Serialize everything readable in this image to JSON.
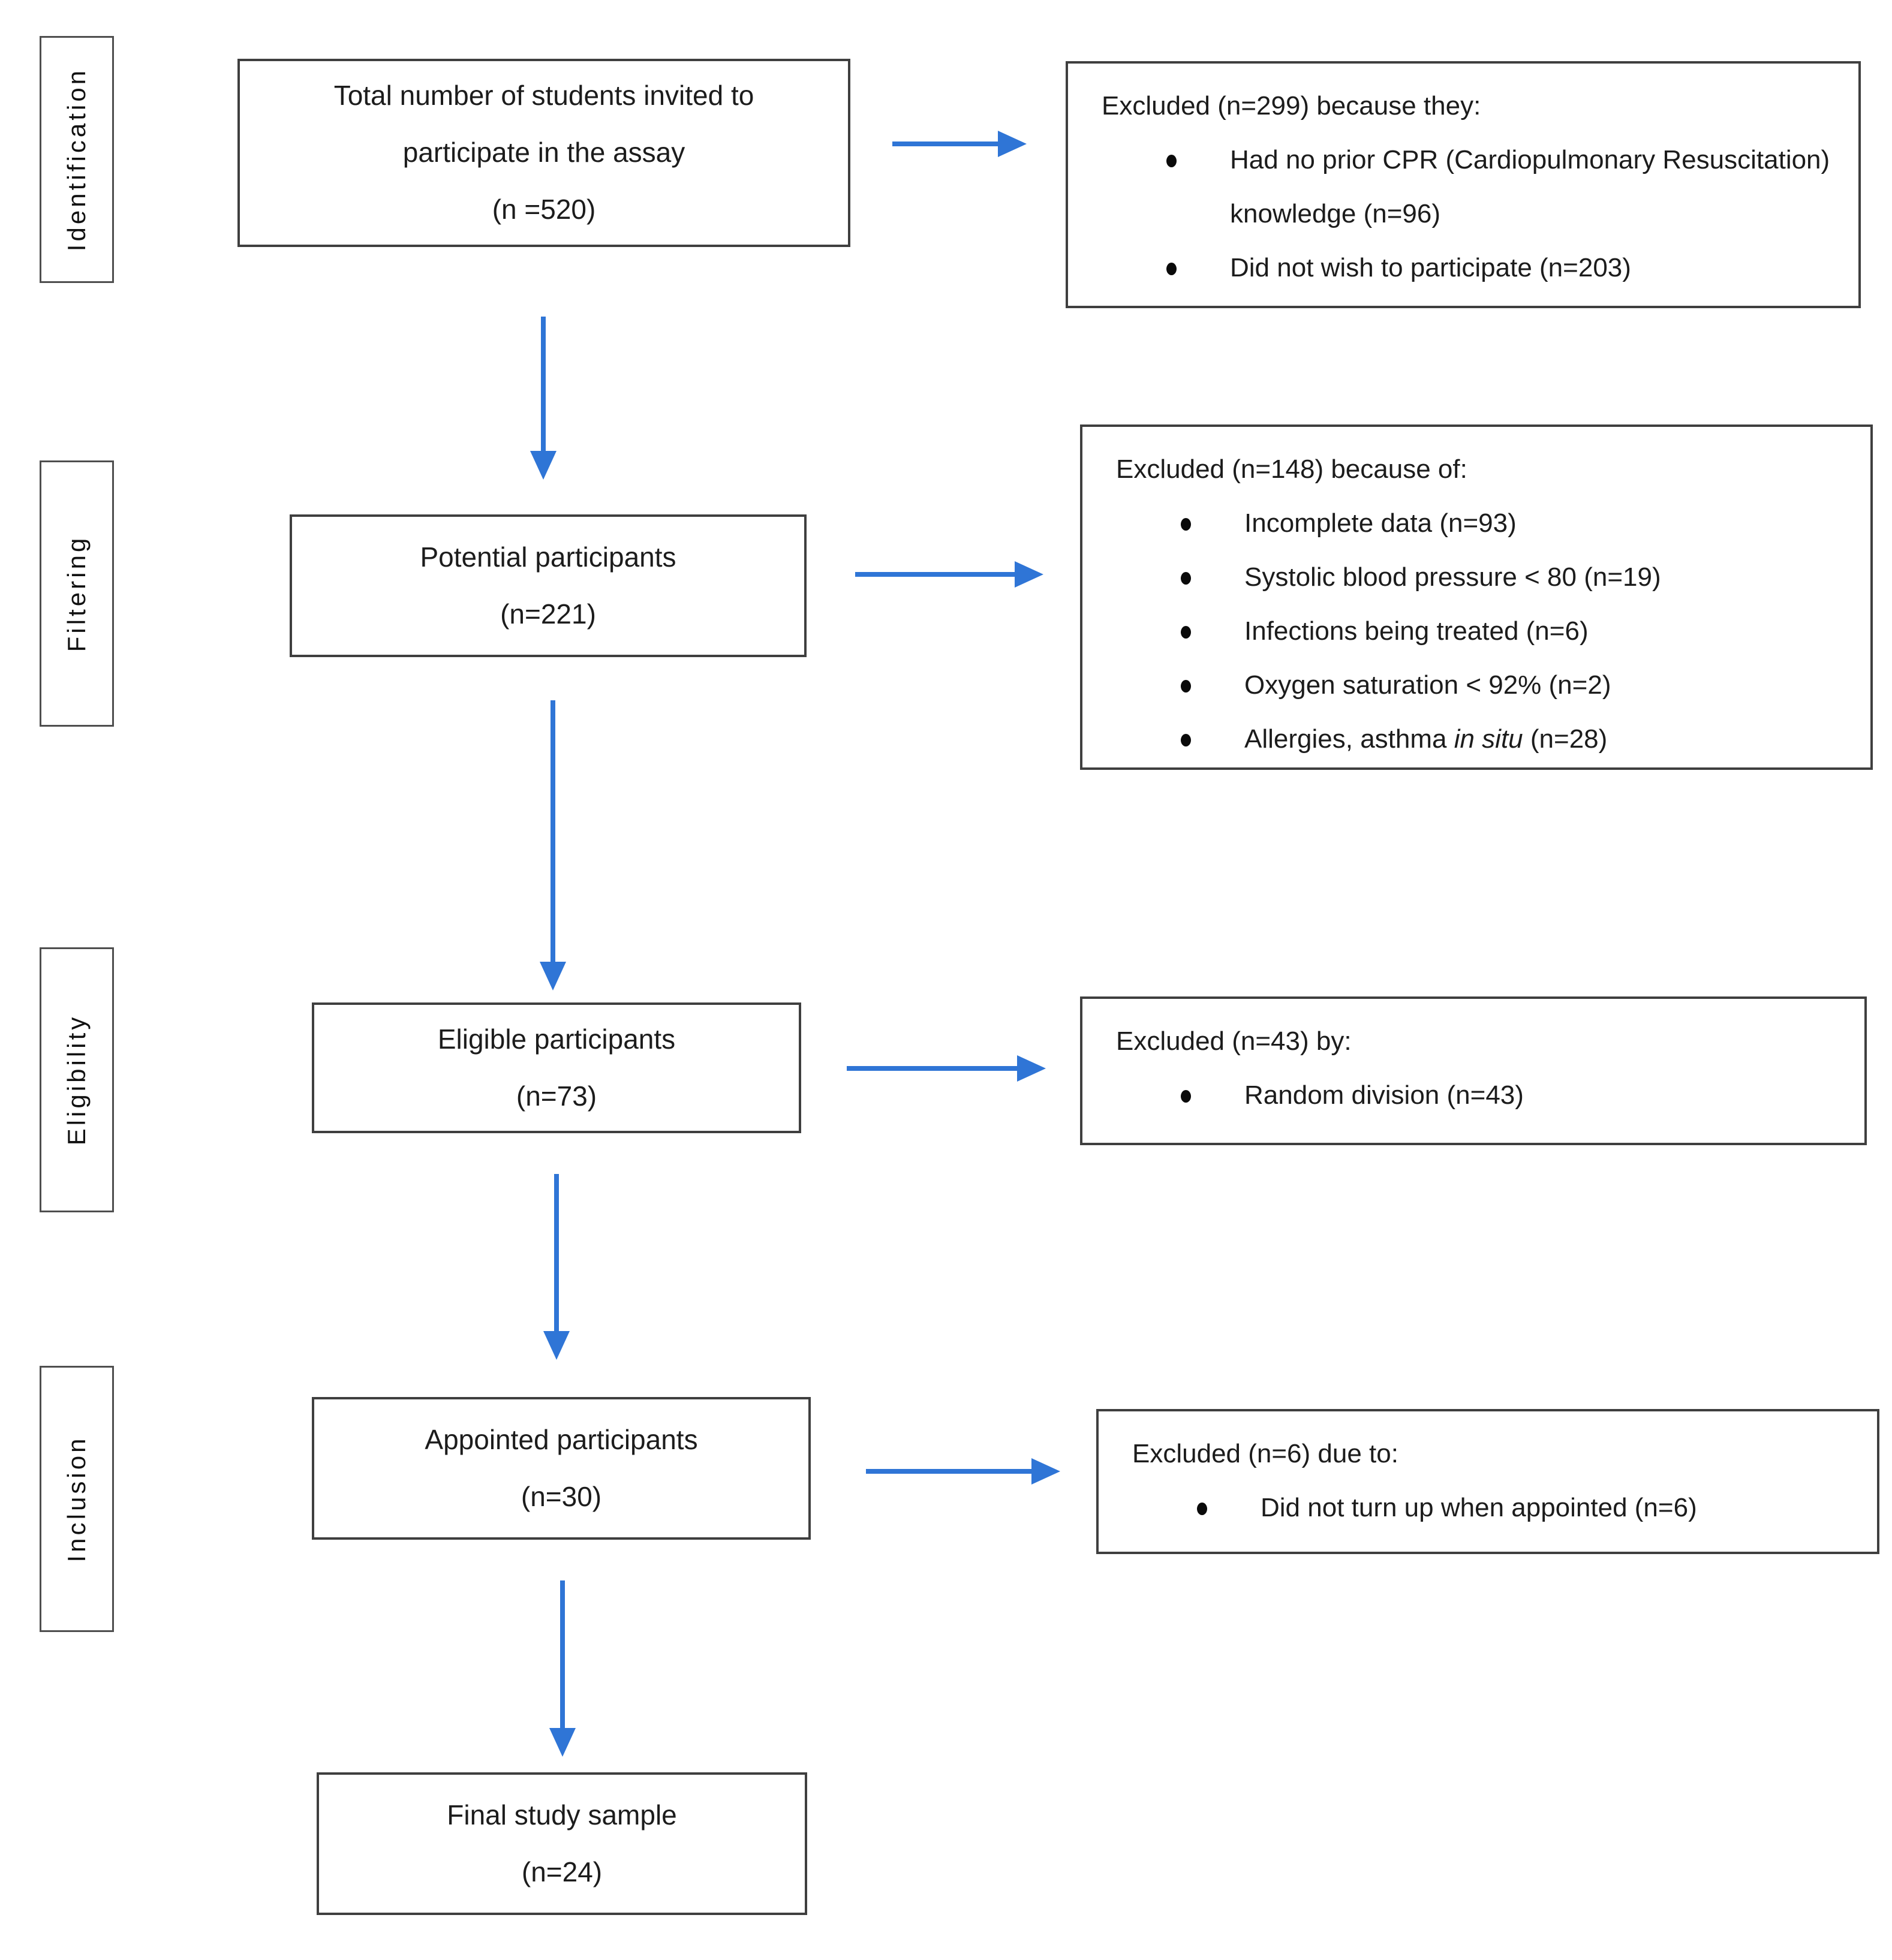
{
  "flow": {
    "stages": [
      {
        "label": "Identification"
      },
      {
        "label": "Filtering"
      },
      {
        "label": "Eligibility"
      },
      {
        "label": "Inclusion"
      }
    ],
    "main_boxes": [
      {
        "lines": [
          "Total number of students invited to",
          "participate in the assay",
          "(n =520)"
        ]
      },
      {
        "lines": [
          "Potential participants",
          "(n=221)"
        ]
      },
      {
        "lines": [
          "Eligible participants",
          "(n=73)"
        ]
      },
      {
        "lines": [
          "Appointed participants",
          "(n=30)"
        ]
      },
      {
        "lines": [
          "Final study sample",
          "(n=24)"
        ]
      }
    ],
    "exclusions": [
      {
        "header": "Excluded (n=299) because they:",
        "bullets": [
          "Had no prior CPR (Cardiopulmonary Resuscitation) knowledge (n=96)",
          "Did not wish to participate (n=203)"
        ]
      },
      {
        "header": "Excluded (n=148) because of:",
        "bullets": [
          "Incomplete data (n=93)",
          "Systolic blood pressure < 80 (n=19)",
          "Infections being treated (n=6)",
          "Oxygen saturation < 92% (n=2)",
          {
            "pre": "Allergies, asthma ",
            "italic": "in situ",
            "post": " (n=28)"
          }
        ]
      },
      {
        "header": "Excluded (n=43) by:",
        "bullets": [
          "Random division (n=43)"
        ]
      },
      {
        "header": "Excluded (n=6) due to:",
        "bullets": [
          "Did not turn up when appointed (n=6)"
        ]
      }
    ],
    "colors": {
      "arrow_blue": "#2F75D6",
      "box_border": "#3F3F3F",
      "text_color": "#1C1C1C",
      "background": "#FFFFFF"
    }
  }
}
